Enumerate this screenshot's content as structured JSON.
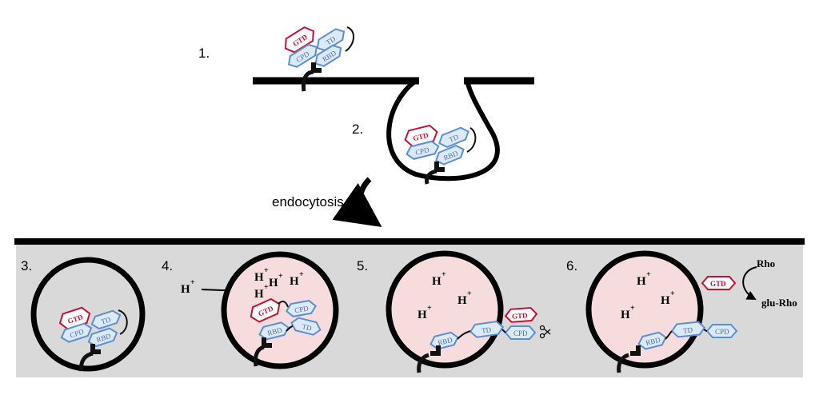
{
  "steps": [
    "1.",
    "2.",
    "3.",
    "4.",
    "5.",
    "6."
  ],
  "process_label": "endocytosis",
  "domains": {
    "gtd": "GTD",
    "cpd": "CPD",
    "td": "TD",
    "rbd": "RBD"
  },
  "proton": {
    "symbol": "H",
    "charge": "+"
  },
  "rho": {
    "substrate": "Rho",
    "product": "glu-Rho"
  },
  "colors": {
    "gtd_red": "#c8102e",
    "domain_blue": "#5b8fd1",
    "domain_fill": "#dce9f7",
    "endosome_pink": "#f6dcdc",
    "cytosol_gray": "#d9d9d9"
  }
}
